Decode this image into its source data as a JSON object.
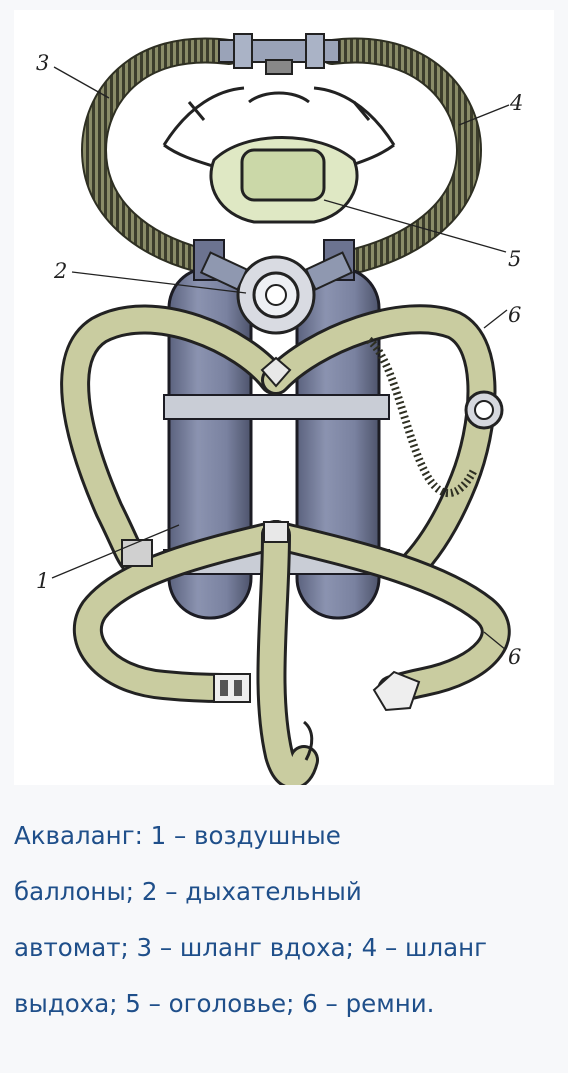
{
  "figure": {
    "labels": {
      "l1": "1",
      "l2": "2",
      "l3": "3",
      "l4": "4",
      "l5": "5",
      "l6a": "6",
      "l6b": "6"
    }
  },
  "caption": {
    "lines": [
      "Акваланг: 1 – воздушные",
      "баллоны; 2 – дыхательный",
      "автомат; 3 – шланг вдоха; 4 – шланг",
      "выдоха; 5 – оголовье; 6 – ремни."
    ]
  },
  "colors": {
    "cylinder": "#7d86a6",
    "strap": "#c9cca0",
    "hose": "#6b6d52",
    "mask": "#dfe8c4",
    "caption_text": "#1f4f8a"
  }
}
